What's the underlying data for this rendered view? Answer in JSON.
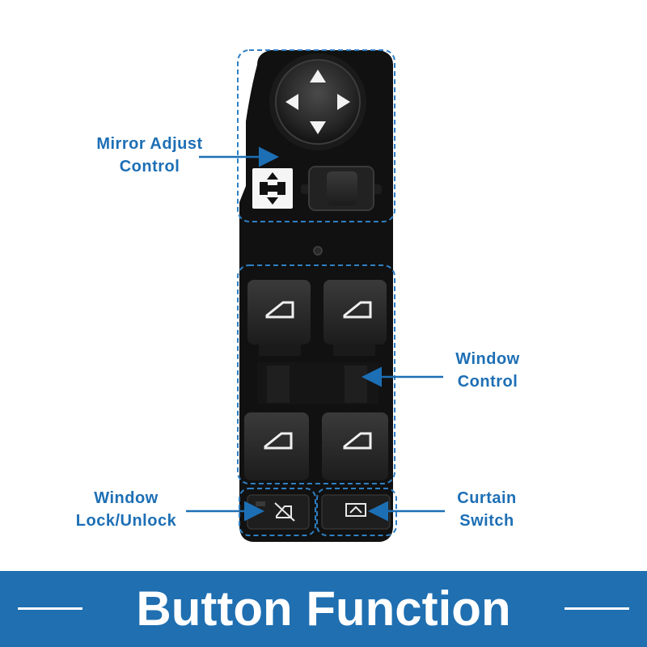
{
  "labels": {
    "mirror_adjust": {
      "line1": "Mirror Adjust",
      "line2": "Control"
    },
    "window_control": {
      "line1": "Window",
      "line2": "Control"
    },
    "window_lock": {
      "line1": "Window",
      "line2": "Lock/Unlock"
    },
    "curtain_switch": {
      "line1": "Curtain",
      "line2": "Switch"
    }
  },
  "banner": {
    "title": "Button Function"
  },
  "colors": {
    "accent": "#1d6fb5",
    "banner": "#1f6fb1",
    "panel": "#111111",
    "button": "#2a2a2a"
  },
  "icons": {
    "mirror_directions": "arrow-pad-icon",
    "mirror_selector": "mirror-select-icon",
    "window_switch": "car-window-icon",
    "lock": "window-lock-icon",
    "curtain": "curtain-icon"
  }
}
